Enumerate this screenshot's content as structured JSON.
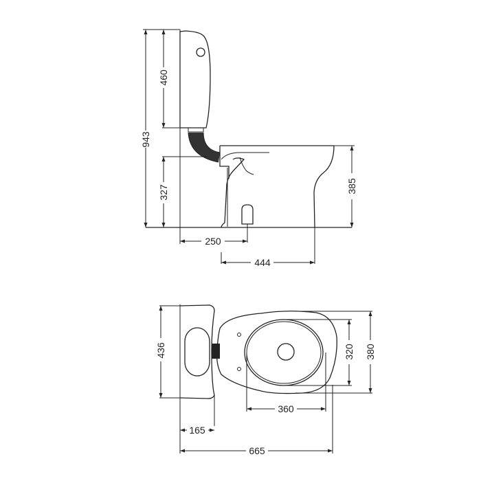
{
  "drawing": {
    "title": "",
    "unit": "mm",
    "side_view": {
      "dimensions": {
        "overall_height": "943",
        "cistern_height": "460",
        "inlet_height": "327",
        "bowl_height": "385",
        "outlet_offset": "250",
        "bowl_depth": "444"
      }
    },
    "top_view": {
      "dimensions": {
        "cistern_width": "436",
        "cistern_depth": "165",
        "overall_length": "665",
        "seat_opening_length": "360",
        "seat_opening_width": "320",
        "bowl_width": "380"
      }
    }
  }
}
